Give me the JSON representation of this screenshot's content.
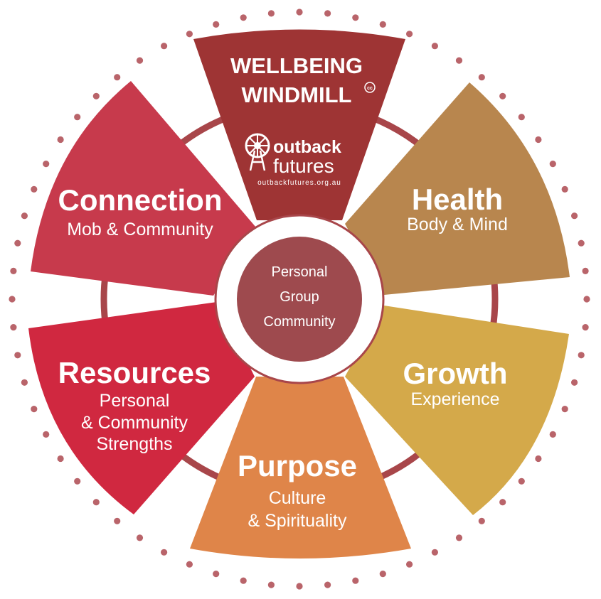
{
  "diagram": {
    "header": {
      "line1": "WELLBEING",
      "line2": "WINDMILL",
      "cc_mark": "cc"
    },
    "logo": {
      "name_line1": "outback",
      "name_line2": "futures",
      "url": "outbackfutures.org.au"
    },
    "hub": {
      "lines": [
        "Personal",
        "Group",
        "Community"
      ]
    },
    "segments": {
      "connection": {
        "title": "Connection",
        "subtitle": "Mob & Community",
        "color": "#C73A4C"
      },
      "health": {
        "title": "Health",
        "subtitle": "Body & Mind",
        "color": "#B8864E"
      },
      "growth": {
        "title": "Growth",
        "subtitle": "Experience",
        "color": "#D4A94A"
      },
      "purpose": {
        "title": "Purpose",
        "subtitle_line1": "Culture",
        "subtitle_line2": "& Spirituality",
        "color": "#DF8549"
      },
      "resources": {
        "title": "Resources",
        "subtitle_line1": "Personal",
        "subtitle_line2": "& Community",
        "subtitle_line3": "Strengths",
        "color": "#D02840"
      },
      "top": {
        "color": "#9E3434"
      }
    },
    "colors": {
      "ring": "#A8464A",
      "hub": "#9E4A4E",
      "dots": "#B9646A"
    }
  }
}
